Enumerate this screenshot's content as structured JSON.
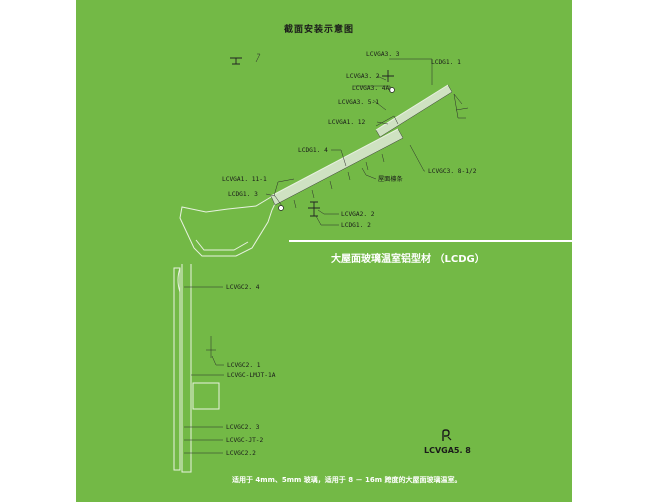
{
  "diagram": {
    "title": "截面安装示意图",
    "product_title": "大屋面玻璃温室铝型材 （LCDG）",
    "product_code": "LCVGA5. 8",
    "footer_note": "适用于 4mm、5mm 玻璃，适用于 8 － 16m 跨度的大屋面玻璃温室。",
    "labels": {
      "lcvga33": "LCVGA3. 3",
      "lcdg11": "LCDG1. 1",
      "lcvga32": "LCVGA3. 2",
      "lcvga34a": "LCVGA3. 4A",
      "lcvga351": "LCVGA3. 5-1",
      "lcvga112": "LCVGA1. 12",
      "lcdg14": "LCDG1. 4",
      "lcvgc3812": "LCVGC3. 8-1/2",
      "lcvga111": "LCVGA1. 11-1",
      "purlin": "屋面檩条",
      "lcdg13": "LCDG1. 3",
      "lcvga22": "LCVGA2. 2",
      "lcdg12": "LCDG1. 2",
      "lcvgc24": "LCVGC2. 4",
      "lcvgc21": "LCVGC2. 1",
      "lcvgclmjt1a": "LCVGC-LMJT-1A",
      "lcvgc23": "LCVGC2. 3",
      "lcvgcjt2": "LCVGC-JT-2",
      "lcvgc22": "LCVGC2.2"
    }
  }
}
